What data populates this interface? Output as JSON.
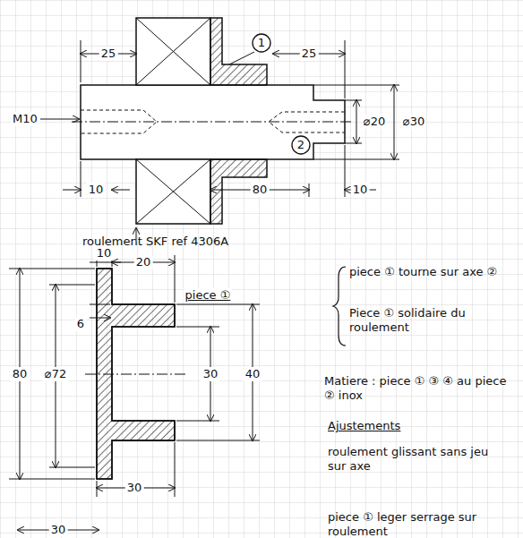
{
  "diagram": {
    "nodes": [
      {
        "text": [
          "1"
        ]
      },
      {
        "text": [
          "2"
        ]
      }
    ],
    "labels": [
      "25",
      "25",
      "M10",
      "⌀20",
      "⌀30",
      "10",
      "80",
      "10",
      "roulement SKF ref 4306A",
      "10",
      "20",
      "6",
      "80",
      "⌀72",
      "30",
      "40",
      "30",
      "30",
      "piece ①",
      "piece ① tourne sur axe ②",
      "Piece ① solidaire du roulement",
      "Matiere : piece ① ③ ④ au piece ② inox",
      "Ajustements",
      "roulement glissant sans jeu sur axe",
      "piece ① leger serrage sur roulement"
    ]
  }
}
